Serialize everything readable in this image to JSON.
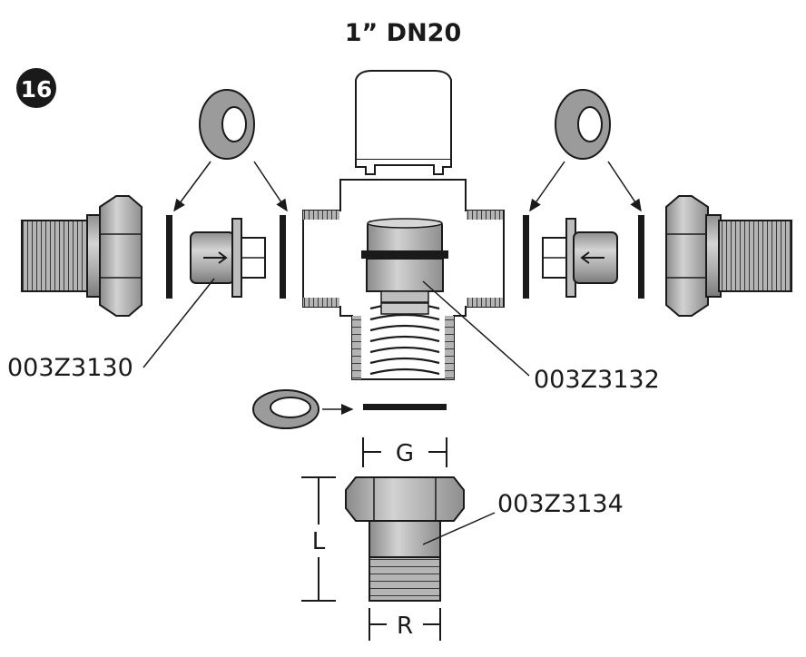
{
  "title": "1” DN20",
  "step_number": "16",
  "part_labels": {
    "left_insert": "003Z3130",
    "cartridge": "003Z3132",
    "bottom_nipple": "003Z3134"
  },
  "dimension_labels": {
    "g": "G",
    "l": "L",
    "r": "R"
  },
  "colors": {
    "metal": "#a8a8a8",
    "metal_light": "#c9c9c9",
    "metal_dark": "#7d7d7d",
    "washer": "#9a9a9a",
    "ink": "#1a1a1a",
    "paper": "#ffffff"
  }
}
